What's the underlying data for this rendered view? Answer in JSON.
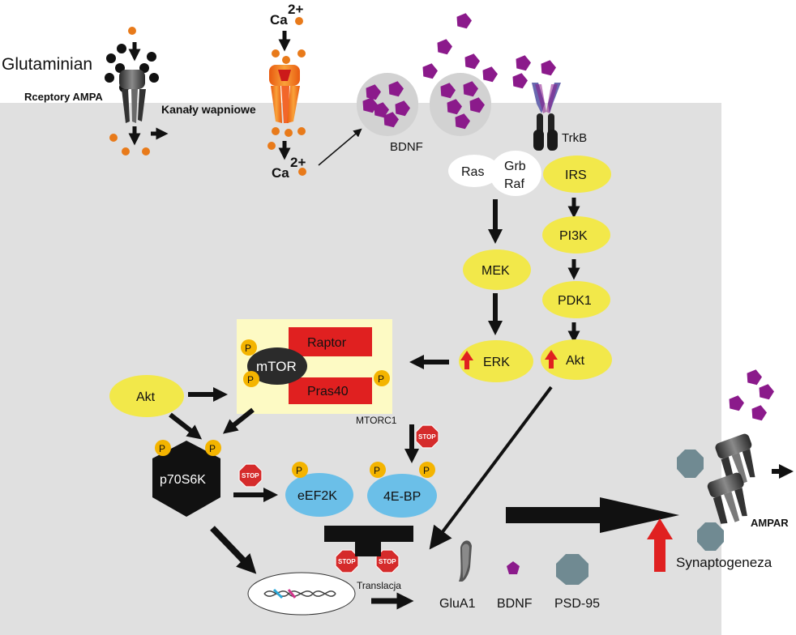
{
  "labels": {
    "glutamate": "Glutaminian",
    "ampa_receptors": "Rceptory AMPA",
    "calcium_channels": "Kanały wapniowe",
    "ca": "Ca",
    "ca_charge": "2+",
    "bdnf_top": "BDNF",
    "trkb": "TrkB",
    "ras": "Ras",
    "grb": "Grb",
    "raf": "Raf",
    "irs": "IRS",
    "pi3k": "PI3K",
    "pdk1": "PDK1",
    "akt_right": "Akt",
    "mek": "MEK",
    "erk": "ERK",
    "raptor": "Raptor",
    "mtor": "mTOR",
    "pras40": "Pras40",
    "mtorc1": "MTORC1",
    "akt_left": "Akt",
    "p70s6k": "p70S6K",
    "eef2k": "eEF2K",
    "four_ebp": "4E-BP",
    "p": "P",
    "stop": "STOP",
    "translation": "Translacja",
    "glua1": "GluA1",
    "bdnf_bottom": "BDNF",
    "psd95": "PSD-95",
    "ampar": "AMPAR",
    "synaptogenesis": "Synaptogeneza"
  },
  "colors": {
    "cell": "#e0e0e0",
    "yellow_node": "#f2e84a",
    "blue_node": "#6bbfe8",
    "red_box": "#e02020",
    "mtorc1_bg": "#fdfac4",
    "purple": "#8b1a8b",
    "orange": "#e87a1a",
    "phospho": "#f4b400",
    "stop": "#d52b2b",
    "arrow": "#111111",
    "red_arrow": "#e02020"
  }
}
